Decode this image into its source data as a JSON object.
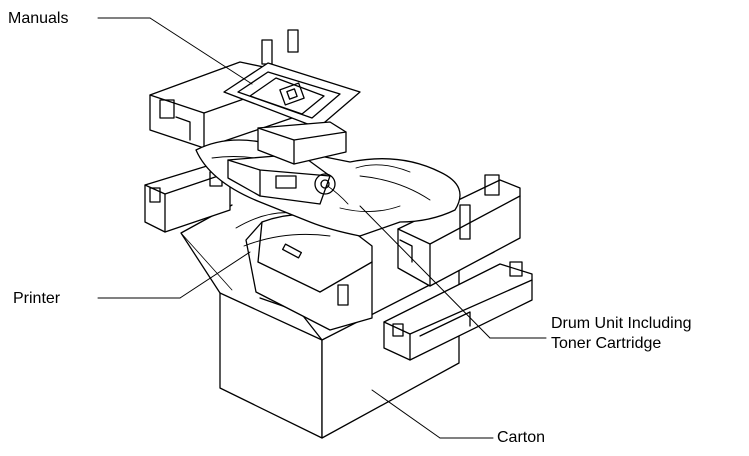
{
  "labels": {
    "manuals": "Manuals",
    "printer": "Printer",
    "drum_line1": "Drum Unit Including",
    "drum_line2": "Toner Cartridge",
    "carton": "Carton"
  },
  "colors": {
    "line": "#000000",
    "background": "#ffffff"
  }
}
